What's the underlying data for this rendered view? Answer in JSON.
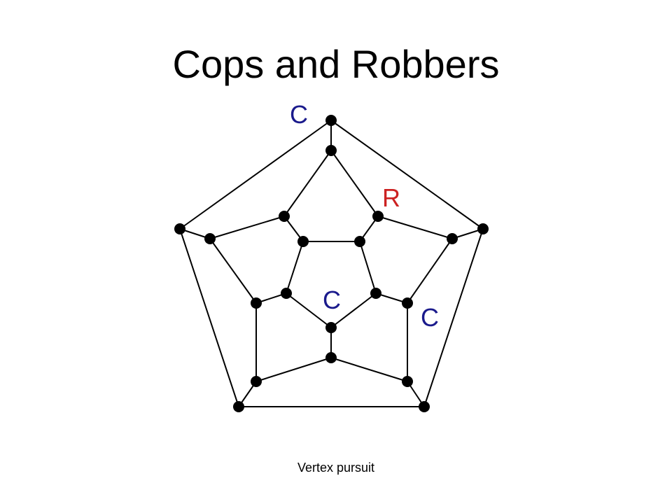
{
  "slide": {
    "title": "Cops and Robbers",
    "footer": "Vertex pursuit"
  },
  "graph": {
    "name": "dodecahedron",
    "vertex_color": "#000000",
    "edge_color": "#000000",
    "markers": [
      {
        "label": "C",
        "role": "cop",
        "color": "#1a1a8c"
      },
      {
        "label": "R",
        "role": "robber",
        "color": "#cc2222"
      },
      {
        "label": "C",
        "role": "cop",
        "color": "#1a1a8c"
      },
      {
        "label": "C",
        "role": "cop",
        "color": "#1a1a8c"
      }
    ]
  }
}
